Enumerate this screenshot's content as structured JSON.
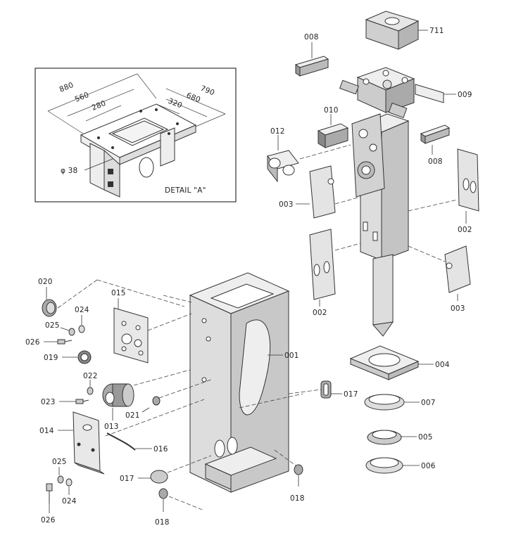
{
  "labels": {
    "l711": "711",
    "l008a": "008",
    "l009": "009",
    "l010": "010",
    "l012": "012",
    "l008b": "008",
    "l003a": "003",
    "l002a": "002",
    "l002b": "002",
    "l003b": "003",
    "l020": "020",
    "l015": "015",
    "l024a": "024",
    "l025a": "025",
    "l026a": "026",
    "l019": "019",
    "l022": "022",
    "l001": "001",
    "l023": "023",
    "l013": "013",
    "l021": "021",
    "l017a": "017",
    "l004": "004",
    "l007": "007",
    "l014": "014",
    "l016": "016",
    "l005": "005",
    "l025b": "025",
    "l006": "006",
    "l017b": "017",
    "l024b": "024",
    "l018a": "018",
    "l018b": "018",
    "l026b": "026"
  },
  "detail": {
    "title": "DETAIL \"A\"",
    "dims": {
      "d880": "880",
      "d560": "560",
      "d280": "280",
      "d790": "790",
      "d680": "680",
      "d320": "320",
      "d38": "φ 38"
    }
  }
}
